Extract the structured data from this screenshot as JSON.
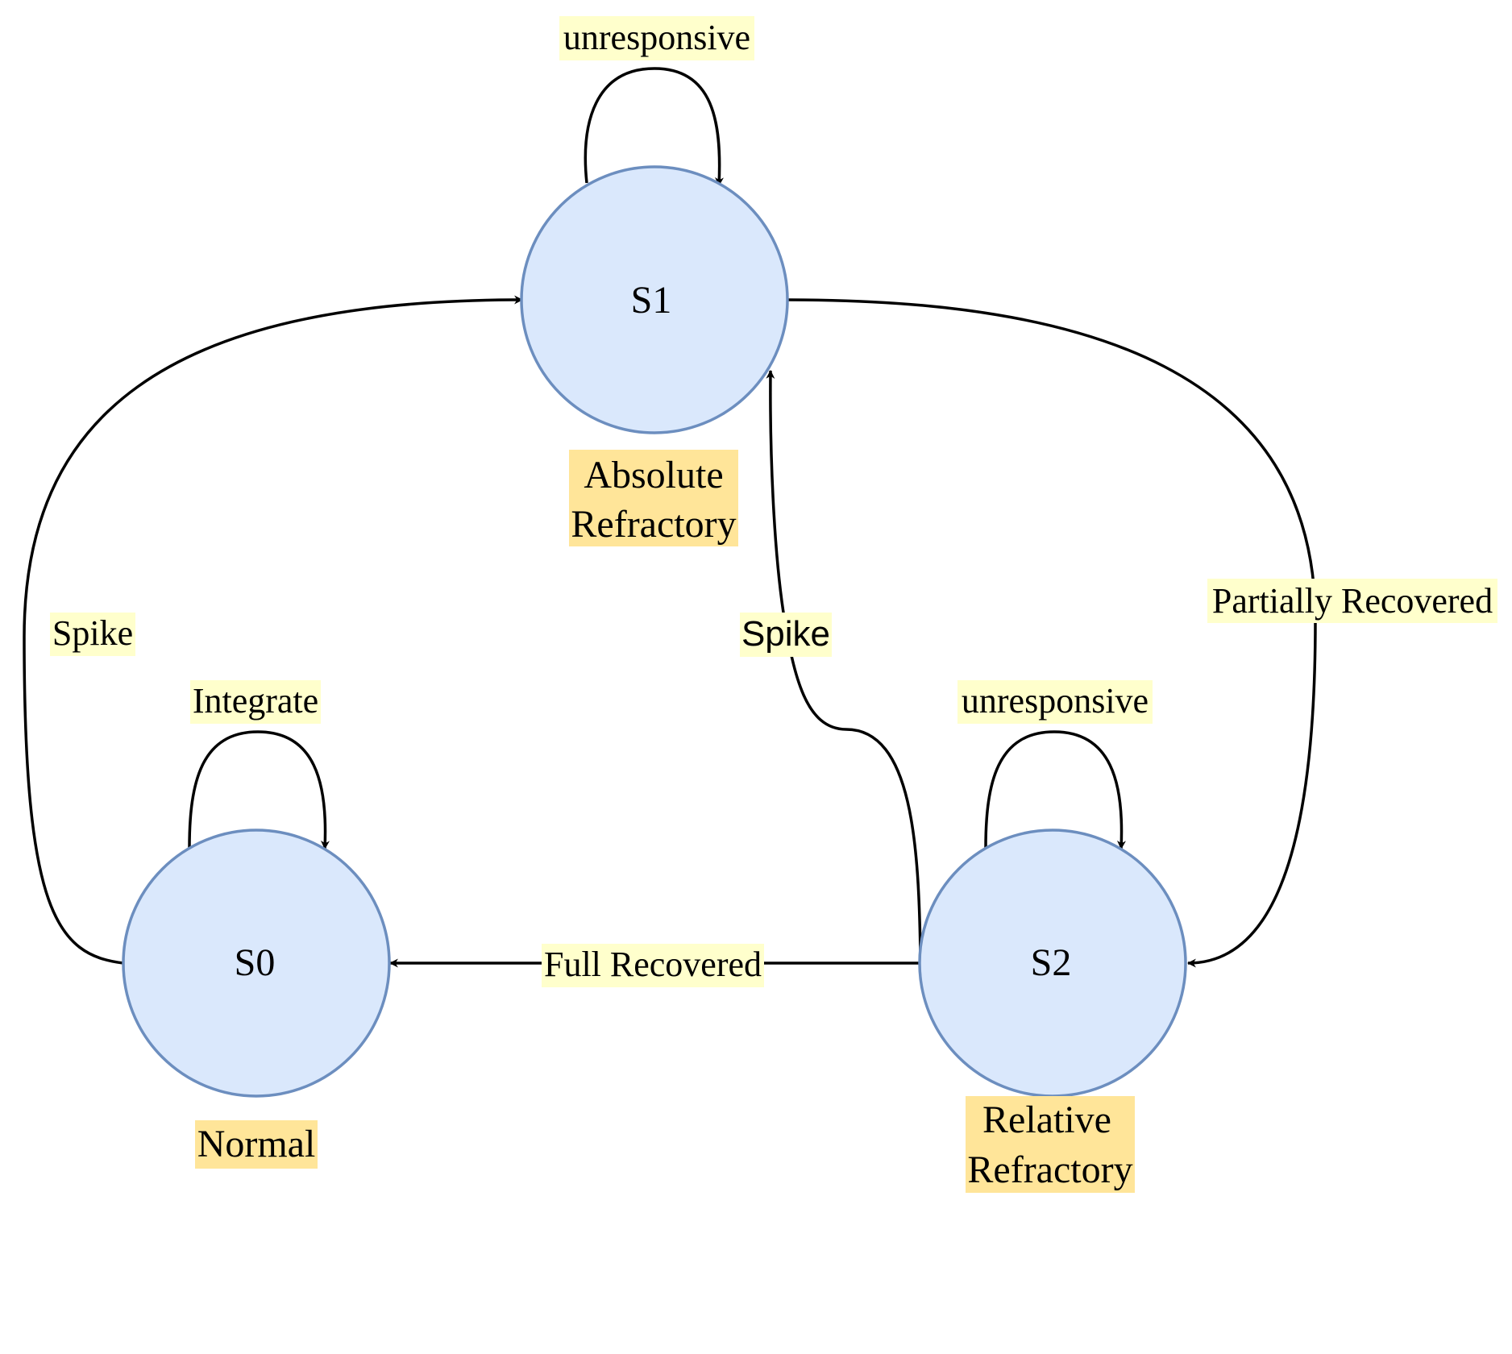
{
  "colors": {
    "state_fill": "#dae8fc",
    "state_stroke": "#6c8ebf",
    "edge_label_bg": "#ffffcc",
    "caption_bg": "#ffe599",
    "edge": "#000000"
  },
  "states": {
    "s0": {
      "name": "S0",
      "caption": [
        "Normal"
      ]
    },
    "s1": {
      "name": "S1",
      "caption": [
        "Absolute",
        "Refractory"
      ]
    },
    "s2": {
      "name": "S2",
      "caption": [
        "Relative",
        "Refractory"
      ]
    }
  },
  "transitions": {
    "s1_self": "unresponsive",
    "s0_self": "Integrate",
    "s2_self": "unresponsive",
    "s0_to_s1": "Spike",
    "s2_to_s1": "Spike",
    "s1_to_s2": "Partially Recovered",
    "s2_to_s0": "Full Recovered"
  }
}
